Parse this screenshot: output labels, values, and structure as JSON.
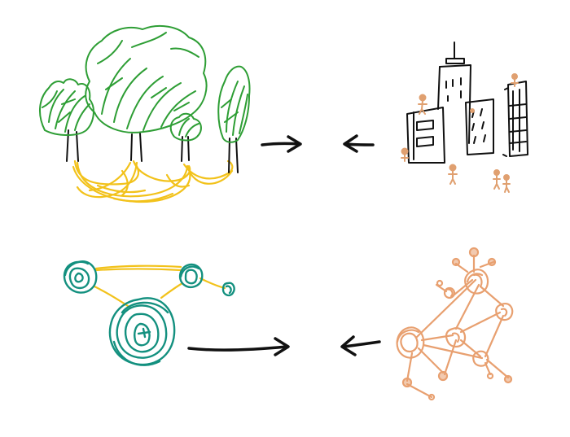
{
  "colors": {
    "foliage": "#2e9e35",
    "roots": "#f2c21b",
    "trunk": "#111111",
    "arrow": "#111111",
    "building": "#111111",
    "people": "#e0a070",
    "network_hub": "#13907f",
    "network_link": "#f2c21b",
    "graph_node": "#e8a070",
    "graph_edge": "#e8a070"
  },
  "panels": [
    {
      "name": "forest-panel",
      "icon": "trees-with-connected-roots"
    },
    {
      "name": "city-panel",
      "icon": "city-buildings-with-people"
    },
    {
      "name": "hub-network-panel",
      "icon": "hub-network"
    },
    {
      "name": "graph-network-panel",
      "icon": "node-graph"
    }
  ],
  "arrows": [
    {
      "name": "arrow-right-top",
      "direction": "right"
    },
    {
      "name": "arrow-left-top",
      "direction": "left"
    },
    {
      "name": "arrow-right-bottom",
      "direction": "right"
    },
    {
      "name": "arrow-left-bottom",
      "direction": "left"
    }
  ]
}
